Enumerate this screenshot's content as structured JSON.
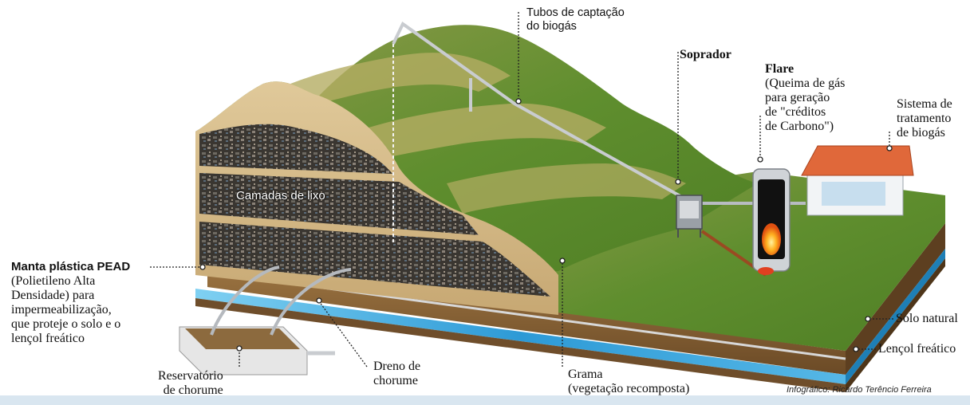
{
  "labels": {
    "tubos": [
      "Tubos de captação",
      "do biogás"
    ],
    "soprador": "Soprador",
    "flare_title": "Flare",
    "flare_desc": [
      "(Queima de gás",
      "para geração",
      "de \"créditos",
      "de Carbono\")"
    ],
    "sistema": [
      "Sistema de",
      "tratamento",
      "de biogás"
    ],
    "camadas": "Camadas de lixo",
    "manta_title": "Manta plástica PEAD",
    "manta_desc": [
      "(Polietileno Alta",
      "Densidade) para",
      "impermeabilização,",
      "que proteje o solo e o",
      "lençol freático"
    ],
    "reservatorio": [
      "Reservatório",
      "de chorume"
    ],
    "dreno": [
      "Dreno de",
      "chorume"
    ],
    "grama": [
      "Grama",
      "(vegetação recomposta)"
    ],
    "solo": "Solo natural",
    "lencol": "Lençol freático"
  },
  "credit": "Infográfico: Ricardo Terêncio Ferreira",
  "colors": {
    "grass": "#5b8a2c",
    "grass_light": "#a9ad5a",
    "soil": "#b08a55",
    "soil_dark": "#7a5630",
    "water": "#2e9fd8",
    "trash": "#3d3a36",
    "roof": "#e0683a",
    "pipe": "#c9ccd0"
  }
}
